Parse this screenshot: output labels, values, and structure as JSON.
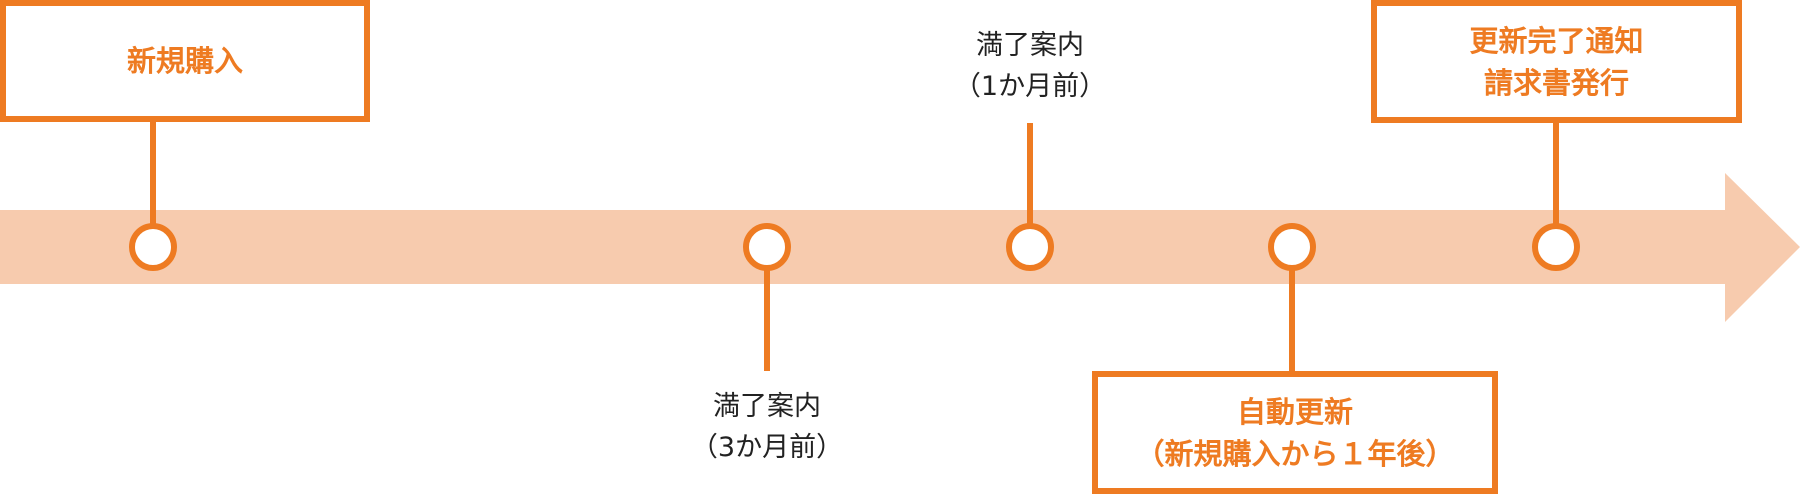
{
  "colors": {
    "accent": "#ee7b22",
    "band": "#f7cbae"
  },
  "events": [
    {
      "lines": [
        "新規購入"
      ]
    },
    {
      "lines": [
        "満了案内",
        "（3か月前）"
      ]
    },
    {
      "lines": [
        "満了案内",
        "（1か月前）"
      ]
    },
    {
      "lines": [
        "自動更新",
        "（新規購入から１年後）"
      ]
    },
    {
      "lines": [
        "更新完了通知",
        "請求書発行"
      ]
    }
  ]
}
